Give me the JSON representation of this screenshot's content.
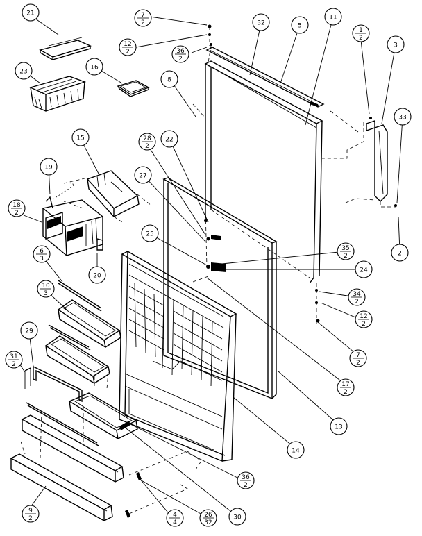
{
  "callouts": [
    {
      "id": "c21",
      "label": "21"
    },
    {
      "id": "c23",
      "label": "23"
    },
    {
      "id": "c16",
      "label": "16"
    },
    {
      "id": "c7t",
      "label": "7",
      "sub": "2"
    },
    {
      "id": "c12t",
      "label": "12",
      "sub": "2"
    },
    {
      "id": "c36t",
      "label": "36",
      "sub": "2"
    },
    {
      "id": "c32",
      "label": "32"
    },
    {
      "id": "c5",
      "label": "5"
    },
    {
      "id": "c11",
      "label": "11"
    },
    {
      "id": "c1",
      "label": "1",
      "sub": "2"
    },
    {
      "id": "c3",
      "label": "3"
    },
    {
      "id": "c8",
      "label": "8"
    },
    {
      "id": "c33",
      "label": "33"
    },
    {
      "id": "c15",
      "label": "15"
    },
    {
      "id": "c28",
      "label": "28",
      "sub": "2"
    },
    {
      "id": "c22",
      "label": "22"
    },
    {
      "id": "c19",
      "label": "19"
    },
    {
      "id": "c27",
      "label": "27"
    },
    {
      "id": "c18",
      "label": "18",
      "sub": "2"
    },
    {
      "id": "c25",
      "label": "25"
    },
    {
      "id": "c2",
      "label": "2"
    },
    {
      "id": "c35",
      "label": "35",
      "sub": "2"
    },
    {
      "id": "c20",
      "label": "20"
    },
    {
      "id": "c6",
      "label": "6",
      "sub": "3"
    },
    {
      "id": "c24",
      "label": "24"
    },
    {
      "id": "c10",
      "label": "10",
      "sub": "3"
    },
    {
      "id": "c34",
      "label": "34",
      "sub": "2"
    },
    {
      "id": "c12b",
      "label": "12",
      "sub": "2"
    },
    {
      "id": "c29",
      "label": "29"
    },
    {
      "id": "c7b",
      "label": "7",
      "sub": "2"
    },
    {
      "id": "c31",
      "label": "31",
      "sub": "2"
    },
    {
      "id": "c17",
      "label": "17",
      "sub": "2"
    },
    {
      "id": "c13",
      "label": "13"
    },
    {
      "id": "c14",
      "label": "14"
    },
    {
      "id": "c9",
      "label": "9",
      "sub": "2"
    },
    {
      "id": "c36b",
      "label": "36",
      "sub": "2"
    },
    {
      "id": "c4",
      "label": "4",
      "sub": "4"
    },
    {
      "id": "c26",
      "label": "26",
      "sub": "32"
    },
    {
      "id": "c30",
      "label": "30"
    }
  ]
}
